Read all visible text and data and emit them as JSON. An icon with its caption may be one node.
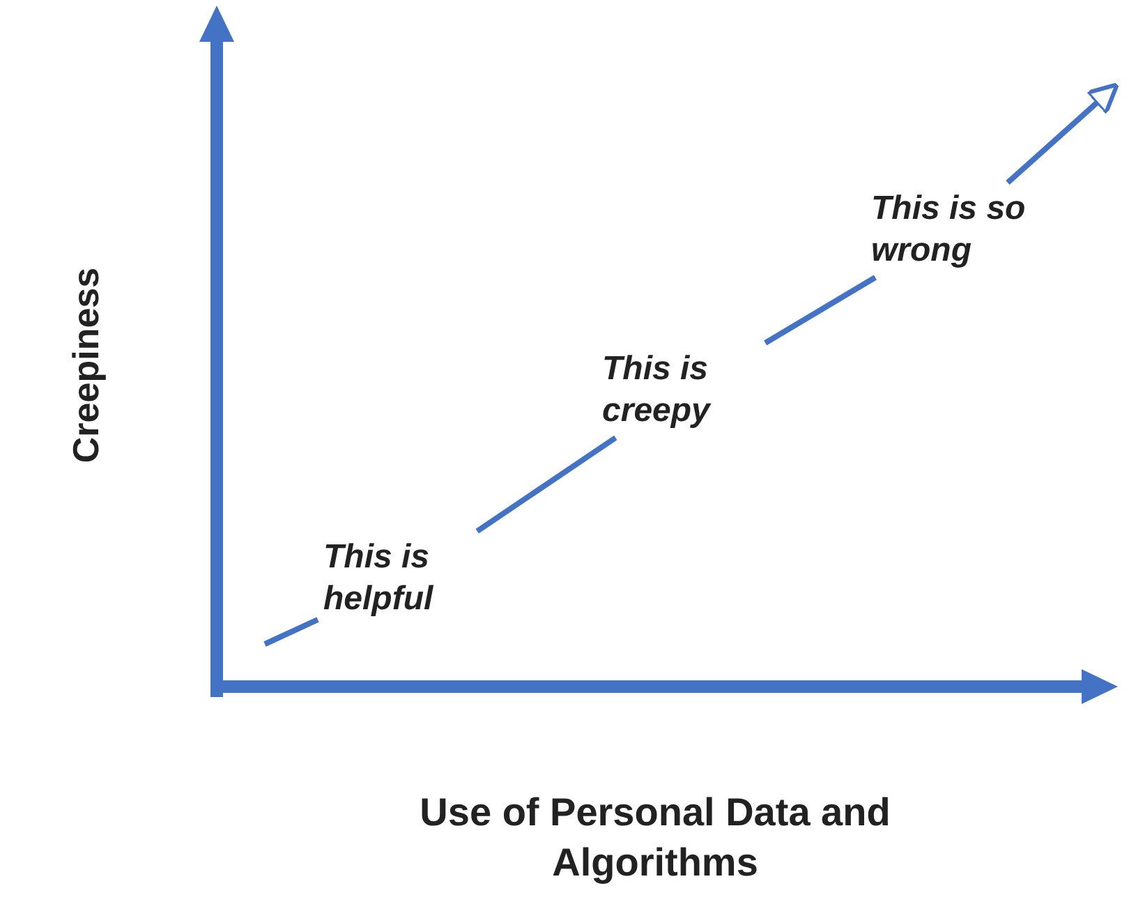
{
  "diagram": {
    "nodes": [
      {
        "text": [
          "This is helpful"
        ]
      },
      {
        "text": [
          "This is creepy"
        ]
      },
      {
        "text": [
          "This is so wrong"
        ]
      }
    ],
    "edges": [
      {
        "from": null,
        "to": 0,
        "arrow": "none"
      },
      {
        "from": 0,
        "to": 1,
        "arrow": "none"
      },
      {
        "from": 1,
        "to": 2,
        "arrow": "none"
      },
      {
        "from": 2,
        "to": null,
        "arrow": "to"
      }
    ],
    "labels": [
      "Creepiness",
      "Use of Personal Data and Algorithms"
    ]
  }
}
